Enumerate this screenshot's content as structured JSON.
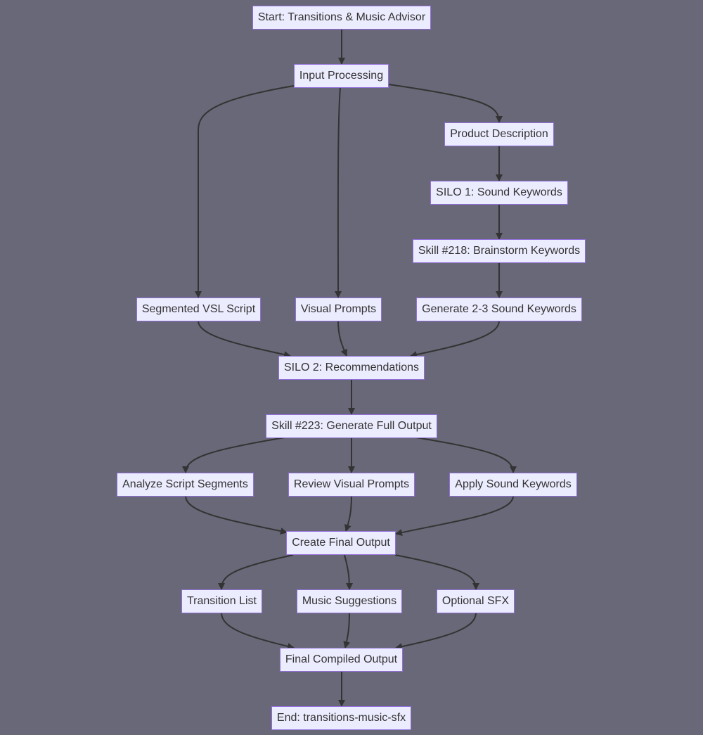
{
  "diagram": {
    "background": "#686878",
    "node_fill": "#ECECFF",
    "node_border": "#9370DB",
    "edge_color": "#333333",
    "nodes": {
      "start": "Start: Transitions & Music Advisor",
      "input_processing": "Input Processing",
      "product_description": "Product Description",
      "silo1": "SILO 1: Sound Keywords",
      "skill218": "Skill #218: Brainstorm Keywords",
      "segmented_vsl": "Segmented VSL Script",
      "visual_prompts": "Visual Prompts",
      "generate_keywords": "Generate 2-3 Sound Keywords",
      "silo2": "SILO 2: Recommendations",
      "skill223": "Skill #223: Generate Full Output",
      "analyze_script": "Analyze Script Segments",
      "review_visual": "Review Visual Prompts",
      "apply_sound": "Apply Sound Keywords",
      "create_final": "Create Final Output",
      "transition_list": "Transition List",
      "music_suggestions": "Music Suggestions",
      "optional_sfx": "Optional SFX",
      "final_compiled": "Final Compiled Output",
      "end": "End: transitions-music-sfx"
    },
    "edges": [
      [
        "start",
        "input_processing"
      ],
      [
        "input_processing",
        "segmented_vsl"
      ],
      [
        "input_processing",
        "visual_prompts"
      ],
      [
        "input_processing",
        "product_description"
      ],
      [
        "product_description",
        "silo1"
      ],
      [
        "silo1",
        "skill218"
      ],
      [
        "skill218",
        "generate_keywords"
      ],
      [
        "segmented_vsl",
        "silo2"
      ],
      [
        "visual_prompts",
        "silo2"
      ],
      [
        "generate_keywords",
        "silo2"
      ],
      [
        "silo2",
        "skill223"
      ],
      [
        "skill223",
        "analyze_script"
      ],
      [
        "skill223",
        "review_visual"
      ],
      [
        "skill223",
        "apply_sound"
      ],
      [
        "analyze_script",
        "create_final"
      ],
      [
        "review_visual",
        "create_final"
      ],
      [
        "apply_sound",
        "create_final"
      ],
      [
        "create_final",
        "transition_list"
      ],
      [
        "create_final",
        "music_suggestions"
      ],
      [
        "create_final",
        "optional_sfx"
      ],
      [
        "transition_list",
        "final_compiled"
      ],
      [
        "music_suggestions",
        "final_compiled"
      ],
      [
        "optional_sfx",
        "final_compiled"
      ],
      [
        "final_compiled",
        "end"
      ]
    ]
  }
}
